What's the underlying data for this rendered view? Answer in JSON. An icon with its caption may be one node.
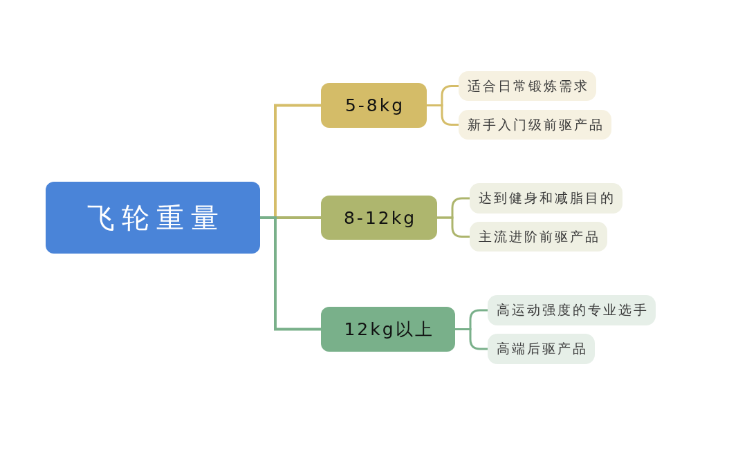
{
  "diagram": {
    "nodes": [
      {
        "text": [
          "飞轮重量"
        ]
      },
      {
        "text": [
          "5-8kg"
        ]
      },
      {
        "text": [
          "适合日常锻炼需求"
        ]
      },
      {
        "text": [
          "新手入门级前驱产品"
        ]
      },
      {
        "text": [
          "8-12kg"
        ]
      },
      {
        "text": [
          "达到健身和减脂目的"
        ]
      },
      {
        "text": [
          "主流进阶前驱产品"
        ]
      },
      {
        "text": [
          "12kg以上"
        ]
      },
      {
        "text": [
          "高运动强度的专业选手"
        ]
      },
      {
        "text": [
          "高端后驱产品"
        ]
      }
    ],
    "edges": [
      {
        "from": 0,
        "to": 1,
        "arrow": "none",
        "color": "#d5bd69"
      },
      {
        "from": 0,
        "to": 4,
        "arrow": "none",
        "color": "#adb56d"
      },
      {
        "from": 0,
        "to": 7,
        "arrow": "none",
        "color": "#79b08a"
      },
      {
        "from": 1,
        "to": 2,
        "arrow": "none",
        "color": "#d5bd69"
      },
      {
        "from": 1,
        "to": 3,
        "arrow": "none",
        "color": "#d5bd69"
      },
      {
        "from": 4,
        "to": 5,
        "arrow": "none",
        "color": "#adb56d"
      },
      {
        "from": 4,
        "to": 6,
        "arrow": "none",
        "color": "#adb56d"
      },
      {
        "from": 7,
        "to": 8,
        "arrow": "none",
        "color": "#79b08a"
      },
      {
        "from": 7,
        "to": 9,
        "arrow": "none",
        "color": "#79b08a"
      }
    ]
  }
}
